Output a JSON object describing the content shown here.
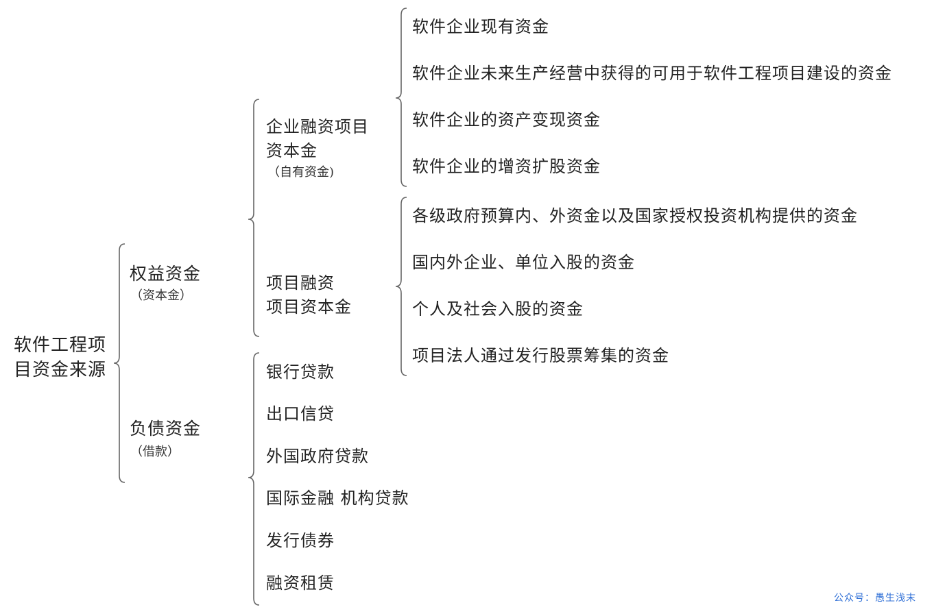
{
  "diagram": {
    "type": "brace-tree",
    "root": {
      "label_line1": "软件工程项",
      "label_line2": "目资金来源"
    },
    "branches": {
      "equity": {
        "label": "权益资金",
        "note": "（资本金）",
        "children": {
          "enterprise": {
            "label_line1": "企业融资项目",
            "label_line2": "资本金",
            "note": "（自有资金)",
            "items": [
              "软件企业现有资金",
              "软件企业未来生产经营中获得的可用于软件工程项目建设的资金",
              "软件企业的资产变现资金",
              "软件企业的增资扩股资金"
            ]
          },
          "project": {
            "label_line1": "项目融资",
            "label_line2": "项目资本金",
            "items": [
              "各级政府预算内、外资金以及国家授权投资机构提供的资金",
              "国内外企业、单位入股的资金",
              "个人及社会入股的资金",
              "项目法人通过发行股票筹集的资金"
            ]
          }
        }
      },
      "debt": {
        "label": "负债资金",
        "note": "（借款）",
        "items": [
          "银行贷款",
          "出口信贷",
          "外国政府贷款",
          "国际金融 机构贷款",
          "发行债券",
          "融资租赁"
        ]
      }
    }
  },
  "watermark": "公众号：愚生浅末",
  "colors": {
    "text": "#222222",
    "brace": "#666666",
    "watermark": "#2f6fd6",
    "background": "#ffffff"
  }
}
